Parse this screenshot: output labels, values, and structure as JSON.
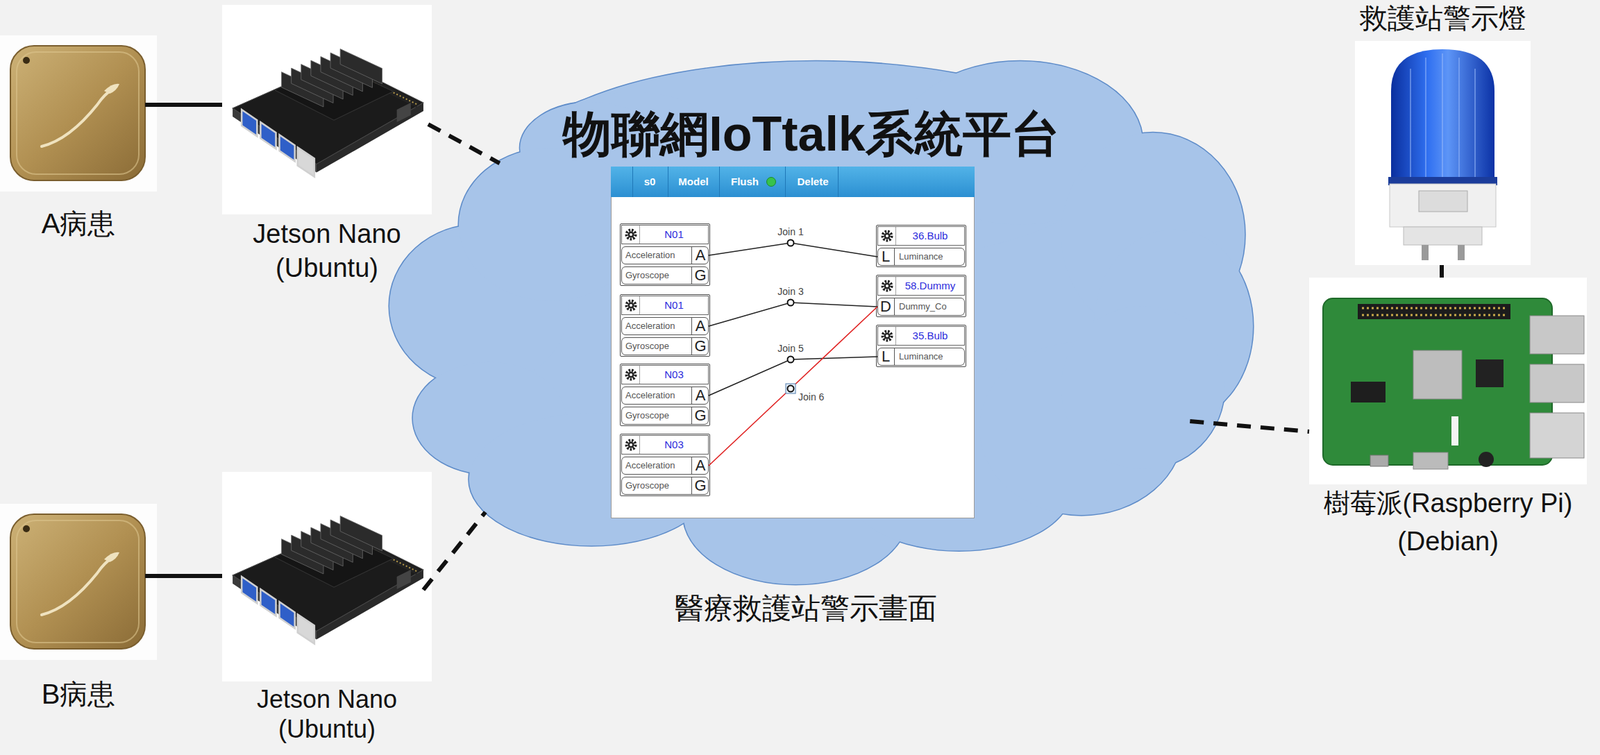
{
  "diagram": {
    "nodes": [
      {
        "text": [
          "A病患"
        ]
      },
      {
        "text": [
          "Jetson Nano (Ubuntu)"
        ]
      },
      {
        "text": [
          "B病患"
        ]
      },
      {
        "text": [
          "Jetson Nano (Ubuntu)"
        ]
      },
      {
        "text": [
          "物聯網IoTtalk系統平台"
        ]
      },
      {
        "text": [
          "s0",
          "Model",
          "Flush",
          "Delete"
        ],
        "in": 4
      },
      {
        "text": [
          "N01"
        ],
        "in": 5
      },
      {
        "text": [
          "Acceleration",
          "A"
        ],
        "in": 6
      },
      {
        "text": [
          "Gyroscope",
          "G"
        ],
        "in": 6
      },
      {
        "text": [
          "N01"
        ],
        "in": 5
      },
      {
        "text": [
          "Acceleration",
          "A"
        ],
        "in": 9
      },
      {
        "text": [
          "Gyroscope",
          "G"
        ],
        "in": 9
      },
      {
        "text": [
          "N03"
        ],
        "in": 5
      },
      {
        "text": [
          "Acceleration",
          "A"
        ],
        "in": 12
      },
      {
        "text": [
          "Gyroscope",
          "G"
        ],
        "in": 12
      },
      {
        "text": [
          "N03"
        ],
        "in": 5
      },
      {
        "text": [
          "Acceleration",
          "A"
        ],
        "in": 15
      },
      {
        "text": [
          "Gyroscope",
          "G"
        ],
        "in": 15
      },
      {
        "text": [
          "36.Bulb"
        ],
        "in": 5
      },
      {
        "text": [
          "L",
          "Luminance"
        ],
        "in": 18
      },
      {
        "text": [
          "58.Dummy"
        ],
        "in": 5
      },
      {
        "text": [
          "D",
          "Dummy_Co"
        ],
        "in": 20
      },
      {
        "text": [
          "35.Bulb"
        ],
        "in": 5
      },
      {
        "text": [
          "L",
          "Luminance"
        ],
        "in": 22
      },
      {
        "text": [
          "救護站警示燈"
        ]
      },
      {
        "text": [
          "樹莓派(Raspberry Pi) (Debian)"
        ]
      }
    ],
    "edges": [
      {
        "from": 0,
        "to": 1,
        "arrow": "none"
      },
      {
        "from": 2,
        "to": 3,
        "arrow": "none"
      },
      {
        "from": 1,
        "to": 4,
        "arrow": "none"
      },
      {
        "from": 3,
        "to": 4,
        "arrow": "none"
      },
      {
        "from": 4,
        "to": 25,
        "arrow": "none"
      },
      {
        "from": 24,
        "to": 25,
        "arrow": "none"
      },
      {
        "from": 7,
        "to": 19,
        "label": "Join 1",
        "arrow": "none"
      },
      {
        "from": 10,
        "to": 21,
        "label": "Join 3",
        "arrow": "none"
      },
      {
        "from": 13,
        "to": 23,
        "label": "Join 5",
        "arrow": "none"
      },
      {
        "from": 16,
        "to": 21,
        "label": "Join 6",
        "arrow": "none"
      }
    ],
    "labels": [
      "醫療救護站警示畫面"
    ]
  }
}
